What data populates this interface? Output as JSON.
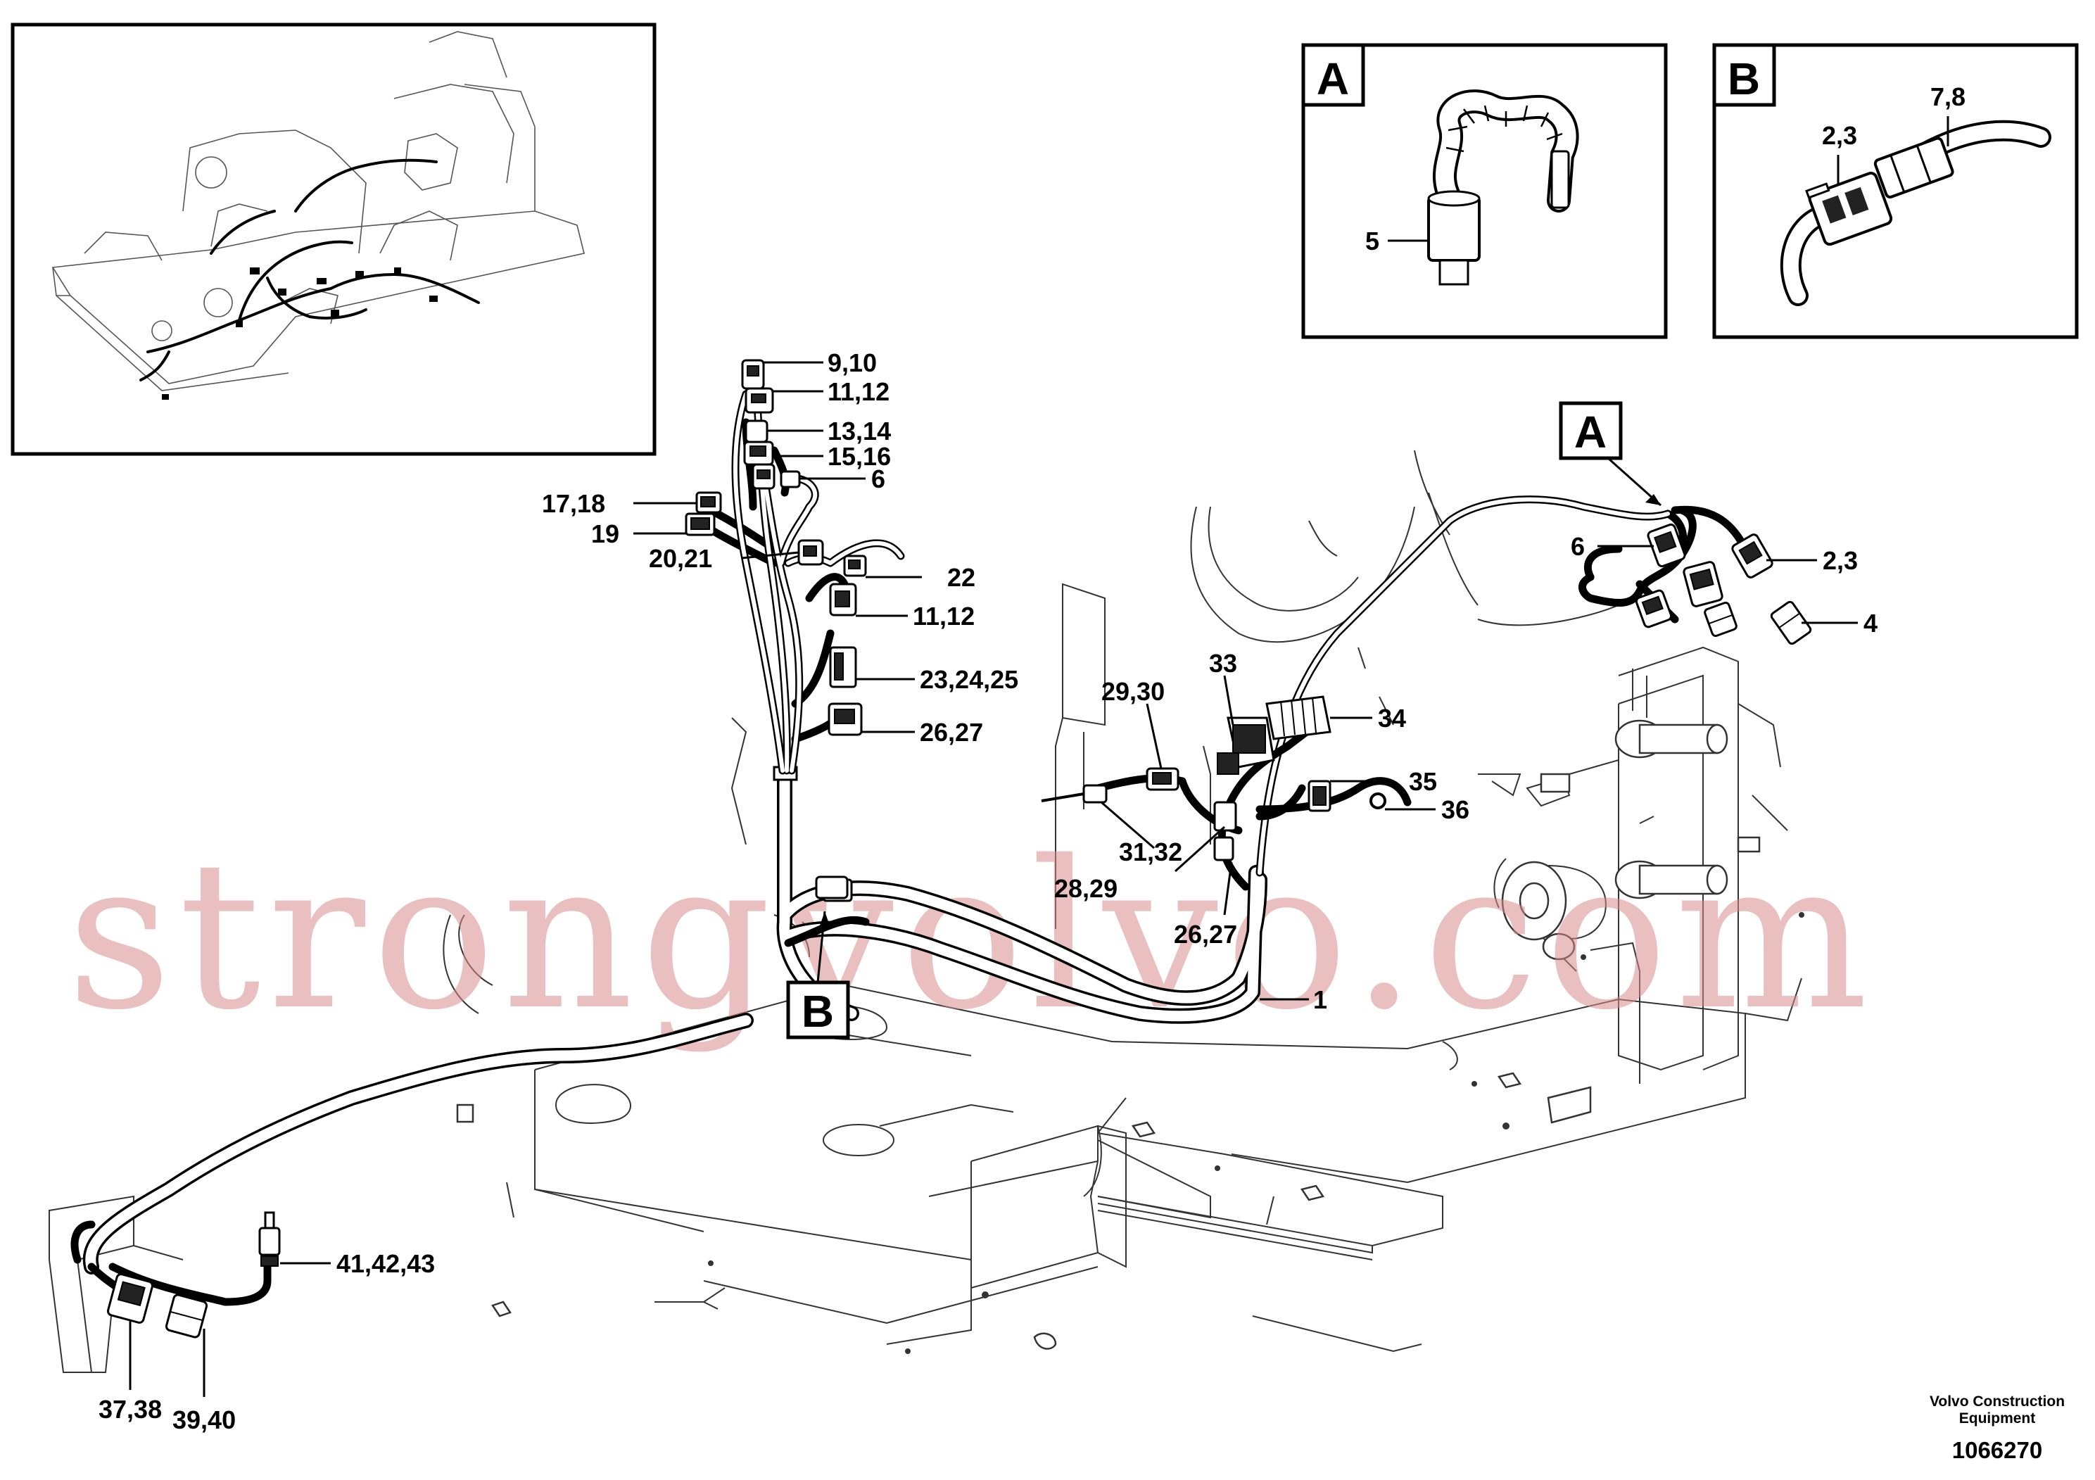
{
  "callouts": [
    {
      "id": "c-9-10",
      "text": "9,10"
    },
    {
      "id": "c-11-12-a",
      "text": "11,12"
    },
    {
      "id": "c-13-14",
      "text": "13,14"
    },
    {
      "id": "c-15-16",
      "text": "15,16"
    },
    {
      "id": "c-6-a",
      "text": "6"
    },
    {
      "id": "c-17-18",
      "text": "17,18"
    },
    {
      "id": "c-19",
      "text": "19"
    },
    {
      "id": "c-20-21",
      "text": "20,21"
    },
    {
      "id": "c-22",
      "text": "22"
    },
    {
      "id": "c-11-12-b",
      "text": "11,12"
    },
    {
      "id": "c-23-24-25",
      "text": "23,24,25"
    },
    {
      "id": "c-26-27-a",
      "text": "26,27"
    },
    {
      "id": "c-29-30",
      "text": "29,30"
    },
    {
      "id": "c-33",
      "text": "33"
    },
    {
      "id": "c-34",
      "text": "34"
    },
    {
      "id": "c-35",
      "text": "35"
    },
    {
      "id": "c-36",
      "text": "36"
    },
    {
      "id": "c-31-32",
      "text": "31,32"
    },
    {
      "id": "c-28-29",
      "text": "28,29"
    },
    {
      "id": "c-26-27-b",
      "text": "26,27"
    },
    {
      "id": "c-1",
      "text": "1"
    },
    {
      "id": "c-6-b",
      "text": "6"
    },
    {
      "id": "c-2-3-a",
      "text": "2,3"
    },
    {
      "id": "c-4",
      "text": "4"
    },
    {
      "id": "c-41-42-43",
      "text": "41,42,43"
    },
    {
      "id": "c-37-38",
      "text": "37,38"
    },
    {
      "id": "c-39-40",
      "text": "39,40"
    }
  ],
  "detail_a": {
    "letter": "A",
    "callout": "5"
  },
  "detail_b": {
    "letter": "B",
    "callout_left": "2,3",
    "callout_right": "7,8"
  },
  "main_markers": {
    "a": "A",
    "b": "B"
  },
  "footer": {
    "company_line1": "Volvo Construction",
    "company_line2": "Equipment",
    "drawing_number": "1066270"
  },
  "watermark": "strongvolvo.com",
  "colors": {
    "ink": "#000000",
    "watermark": "#d98a8a",
    "background": "#ffffff"
  }
}
